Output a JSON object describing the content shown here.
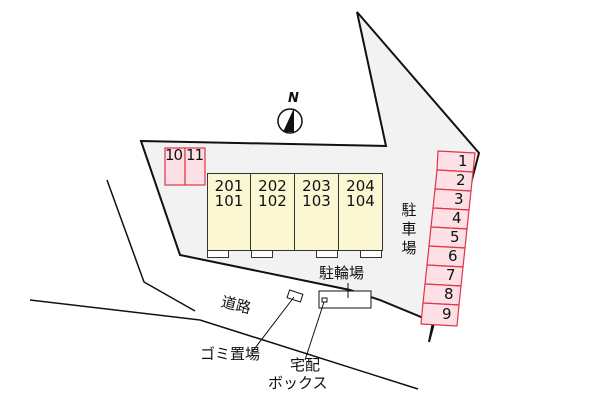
{
  "compass": {
    "label": "N",
    "icon": "north-arrow-icon"
  },
  "units": [
    {
      "upper": "201",
      "lower": "101"
    },
    {
      "upper": "202",
      "lower": "102"
    },
    {
      "upper": "203",
      "lower": "103"
    },
    {
      "upper": "204",
      "lower": "104"
    }
  ],
  "parking_label": "駐車場",
  "parking_label_chars": [
    "駐",
    "車",
    "場"
  ],
  "parking_spaces": [
    "1",
    "2",
    "3",
    "4",
    "5",
    "6",
    "7",
    "8",
    "9"
  ],
  "small_parking": [
    "10",
    "11"
  ],
  "bicycle_parking_label": "駐輪場",
  "road_label": "道路",
  "garbage_label": "ゴミ置場",
  "delivery_box_label_line1": "宅配",
  "delivery_box_label_line2": "ボックス",
  "colors": {
    "lot_fill": "#f2f2f2",
    "building_fill": "#fbf7d2",
    "parking_fill": "#fde0e6",
    "parking_stroke": "#e0344a",
    "line": "#111111"
  }
}
